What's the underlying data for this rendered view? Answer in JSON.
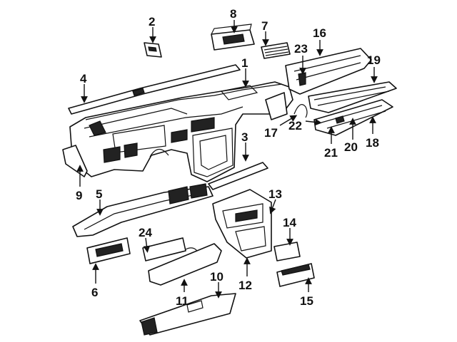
{
  "diagram": {
    "type": "exploded-parts-diagram",
    "colors": {
      "ink": "#111111",
      "paper": "#ffffff"
    },
    "callouts": {
      "c1": "1",
      "c2": "2",
      "c3": "3",
      "c4": "4",
      "c5": "5",
      "c6": "6",
      "c7": "7",
      "c8": "8",
      "c9": "9",
      "c10": "10",
      "c11": "11",
      "c12": "12",
      "c13": "13",
      "c14": "14",
      "c15": "15",
      "c16": "16",
      "c17": "17",
      "c18": "18",
      "c19": "19",
      "c20": "20",
      "c21": "21",
      "c22": "22",
      "c23": "23",
      "c24": "24"
    }
  }
}
